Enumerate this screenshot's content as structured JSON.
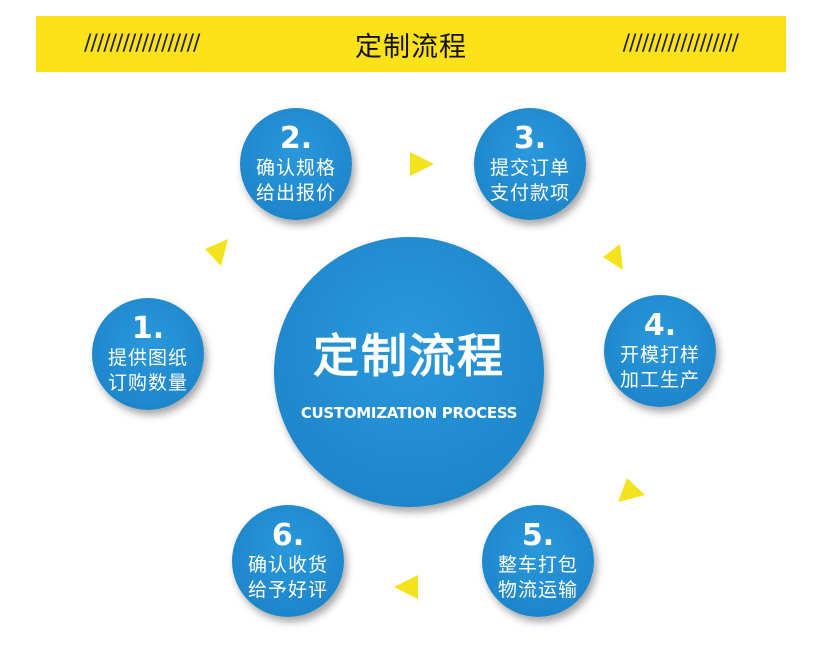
{
  "colors": {
    "banner": "#fde21a",
    "circle": "#1f87cc",
    "arrow": "#f4e21c",
    "text_on_circle": "#ffffff"
  },
  "banner": {
    "title": "定制流程",
    "left_decoration": "//////////////////",
    "right_decoration": "//////////////////"
  },
  "center": {
    "title": "定制流程",
    "subtitle": "CUSTOMIZATION PROCESS"
  },
  "steps": [
    {
      "number": "1.",
      "line1": "提供图纸",
      "line2": "订购数量"
    },
    {
      "number": "2.",
      "line1": "确认规格",
      "line2": "给出报价"
    },
    {
      "number": "3.",
      "line1": "提交订单",
      "line2": "支付款项"
    },
    {
      "number": "4.",
      "line1": "开模打样",
      "line2": "加工生产"
    },
    {
      "number": "5.",
      "line1": "整车打包",
      "line2": "物流运输"
    },
    {
      "number": "6.",
      "line1": "确认收货",
      "line2": "给予好评"
    }
  ]
}
